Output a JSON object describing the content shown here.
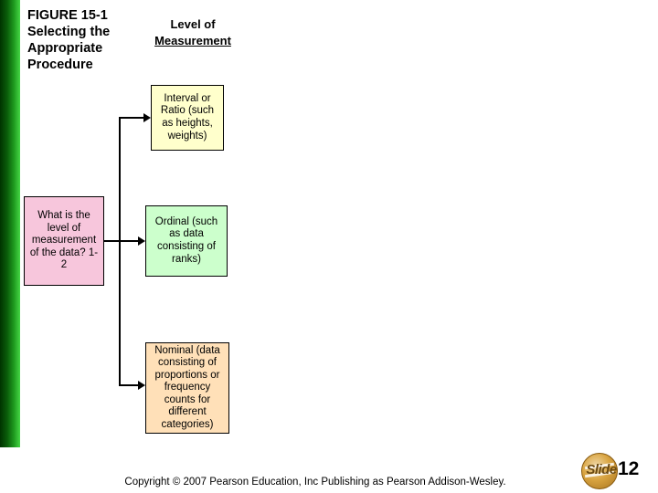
{
  "figure": {
    "label": "FIGURE 15-1",
    "title_lines": "Selecting the Appropriate Procedure"
  },
  "header": {
    "line1": "Level of",
    "line2": "Measurement"
  },
  "boxes": {
    "question": {
      "text": "What is the level of measurement of the data? 1-2",
      "color": "#f7c6dc"
    },
    "interval": {
      "text": "Interval or Ratio (such as heights, weights)",
      "color": "#ffffcc"
    },
    "ordinal": {
      "text": "Ordinal (such as data consisting of ranks)",
      "color": "#ccffcc"
    },
    "nominal": {
      "text": "Nominal (data consisting of proportions or frequency counts for different categories)",
      "color": "#ffe0b8"
    }
  },
  "footer": {
    "copyright": "Copyright © 2007 Pearson Education, Inc Publishing as Pearson Addison-Wesley.",
    "badge_word": "Slide",
    "slide_number": "12"
  }
}
